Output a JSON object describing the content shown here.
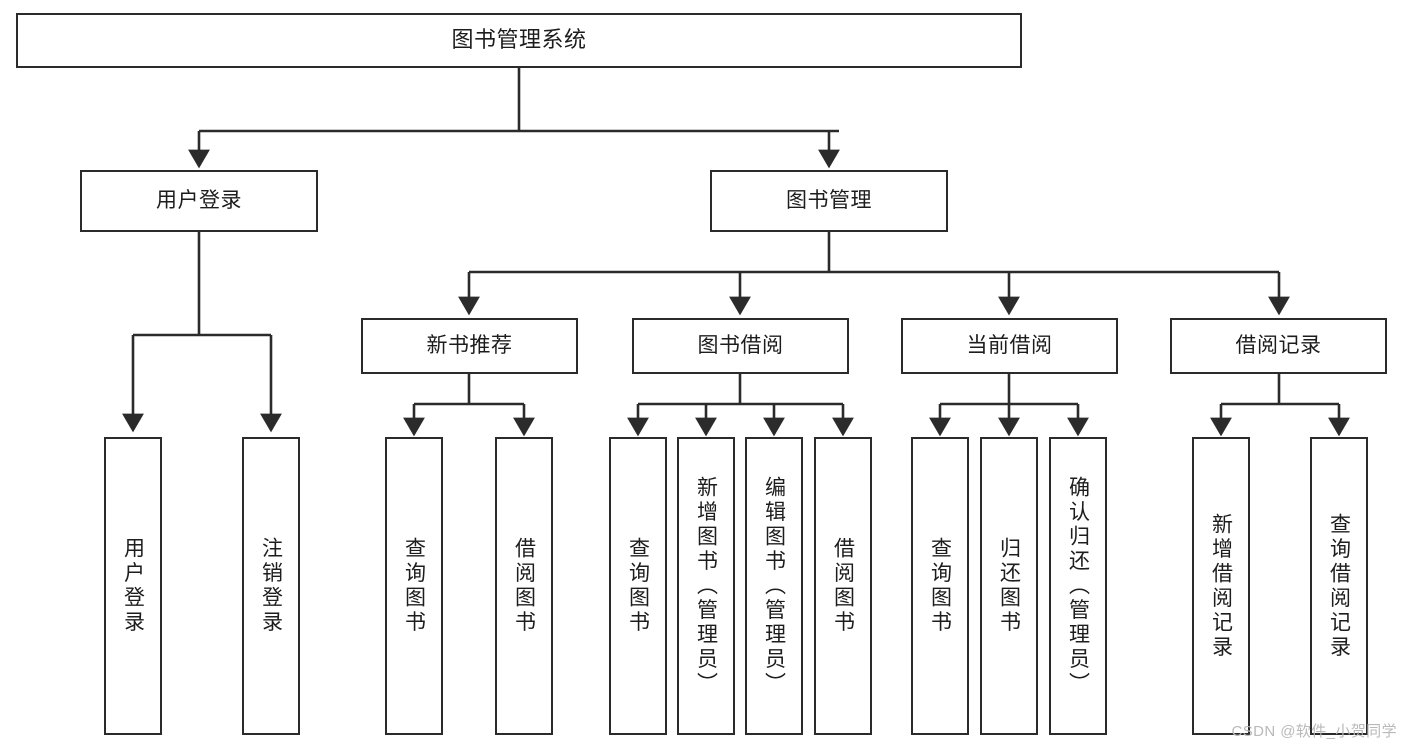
{
  "diagram": {
    "title": "图书管理系统",
    "type": "hierarchy-tree",
    "orientation": "top-down",
    "colors": {
      "box_border": "#2b2b2b",
      "box_fill": "#ffffff",
      "connector": "#2b2b2b",
      "text": "#1d1d1d",
      "background": "#ffffff",
      "watermark": "#b9b9b9"
    },
    "nodes": {
      "root": {
        "label": "图书管理系统"
      },
      "level2": [
        {
          "label": "用户登录"
        },
        {
          "label": "图书管理"
        }
      ],
      "level3": [
        {
          "label": "新书推荐"
        },
        {
          "label": "图书借阅"
        },
        {
          "label": "当前借阅"
        },
        {
          "label": "借阅记录"
        }
      ],
      "leaves": {
        "user_login_group": [
          {
            "label": "用户登录"
          },
          {
            "label": "注销登录"
          }
        ],
        "new_book_group": [
          {
            "label": "查询图书"
          },
          {
            "label": "借阅图书"
          }
        ],
        "borrow_group": [
          {
            "label": "查询图书"
          },
          {
            "label": "新增图书（管理员）"
          },
          {
            "label": "编辑图书（管理员）"
          },
          {
            "label": "借阅图书"
          }
        ],
        "current_borrow_group": [
          {
            "label": "查询图书"
          },
          {
            "label": "归还图书"
          },
          {
            "label": "确认归还（管理员）"
          }
        ],
        "record_group": [
          {
            "label": "新增借阅记录"
          },
          {
            "label": "查询借阅记录"
          }
        ]
      }
    },
    "watermark": "CSDN @软件_小贺同学"
  }
}
